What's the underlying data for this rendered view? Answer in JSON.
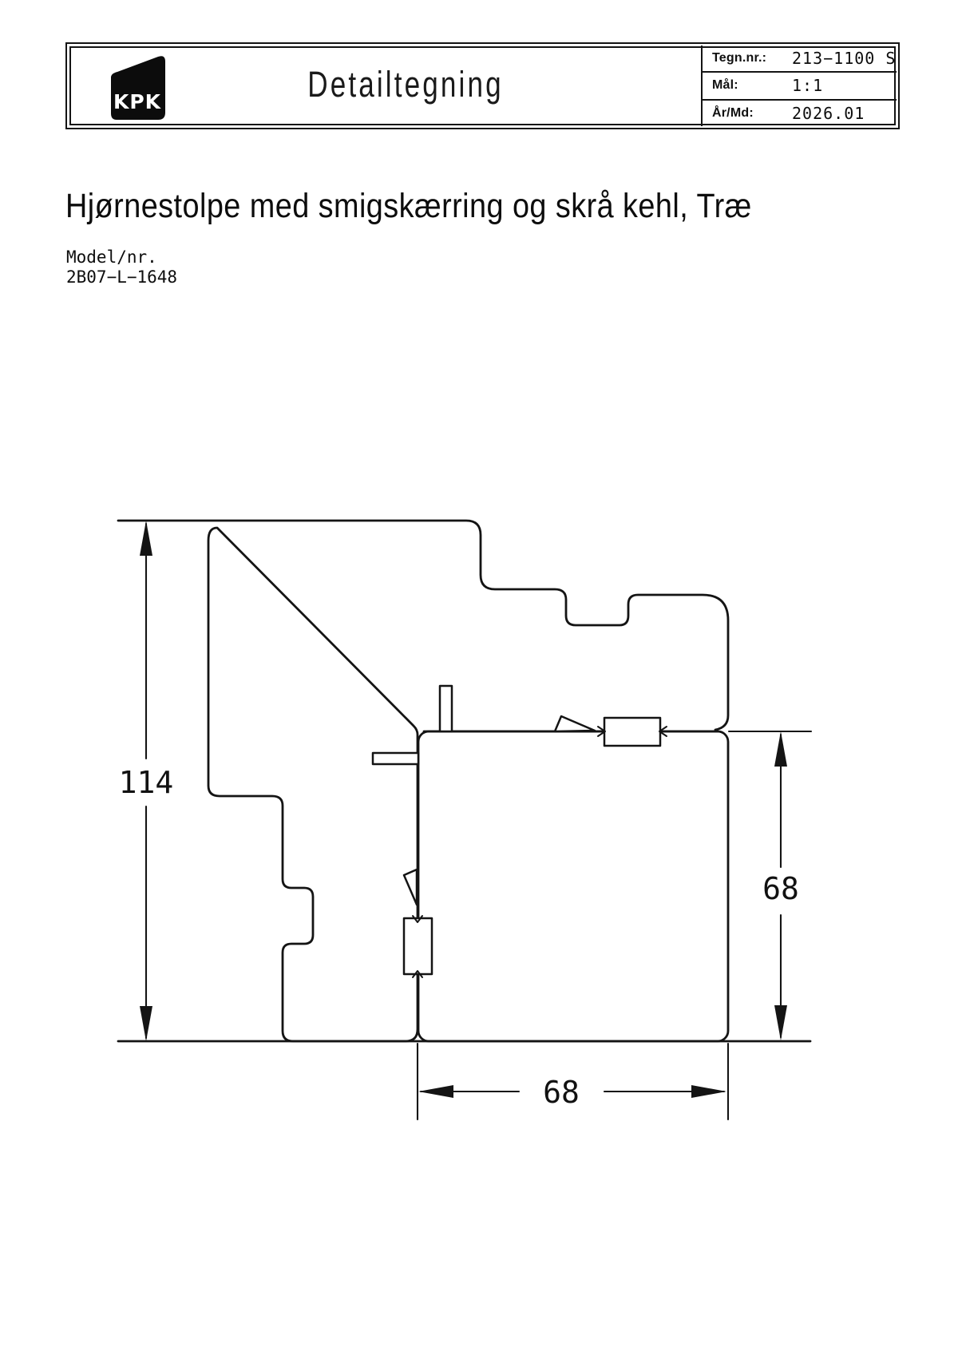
{
  "header": {
    "logo_text": "KPK",
    "doc_type": "Detailtegning",
    "fields": [
      {
        "label": "Tegn.nr.:",
        "value": "213−1100 S"
      },
      {
        "label": "Mål:",
        "value": "1:1"
      },
      {
        "label": "År/Md:",
        "value": "2026.01"
      }
    ]
  },
  "title": "Hjørnestolpe med smigskærring og skrå kehl, Træ",
  "model": {
    "label": "Model/nr.",
    "number": "2B07−L−1648"
  },
  "drawing": {
    "dim_total_height": "114",
    "dim_sash_height": "68",
    "dim_sash_width": "68",
    "line_color": "#141414"
  }
}
